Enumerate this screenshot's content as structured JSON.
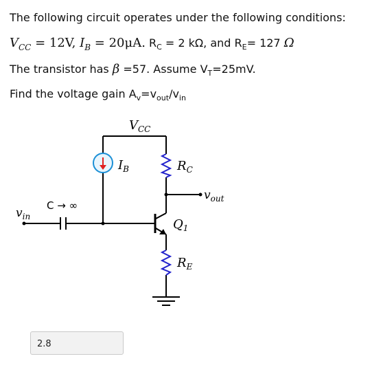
{
  "question": {
    "intro": "The following circuit operates under the following conditions:",
    "vcc_V": "V",
    "vcc_sub": "CC",
    "vcc_eq": " = 12V, ",
    "ib_I": "I",
    "ib_sub": "B",
    "ib_eq": " = 20μA.",
    "rc_R": " R",
    "rc_sub": "C",
    "rc_eq": " = 2 kΩ, and R",
    "re_sub": "E",
    "re_eq": "= 127 ",
    "ohm": "Ω",
    "beta_pre": "The transistor has ",
    "beta_sym": "β",
    "beta_eq": " =57. Assume V",
    "vt_sub": "T",
    "vt_eq": "=25mV.",
    "find_pre": "Find the voltage gain A",
    "find_av_sub": "v",
    "find_mid1": "=v",
    "find_out_sub": "out",
    "find_mid2": "/v",
    "find_in_sub": "in"
  },
  "circuit": {
    "vcc_label": "V",
    "vcc_label_sub": "CC",
    "ib_label": "I",
    "ib_label_sub": "B",
    "rc_label": "R",
    "rc_label_sub": "C",
    "re_label": "R",
    "re_label_sub": "E",
    "q_label": "Q",
    "q_label_sub": "1",
    "vout_label": "v",
    "vout_label_sub": "out",
    "vin_label": "v",
    "vin_label_sub": "in",
    "cap_label": "C → ∞",
    "wire_color": "#000000",
    "resistor_color": "#2222cc",
    "source_color": "#1a8fd6",
    "arrow_color": "#e02020"
  },
  "answer": {
    "value": "2.8"
  }
}
